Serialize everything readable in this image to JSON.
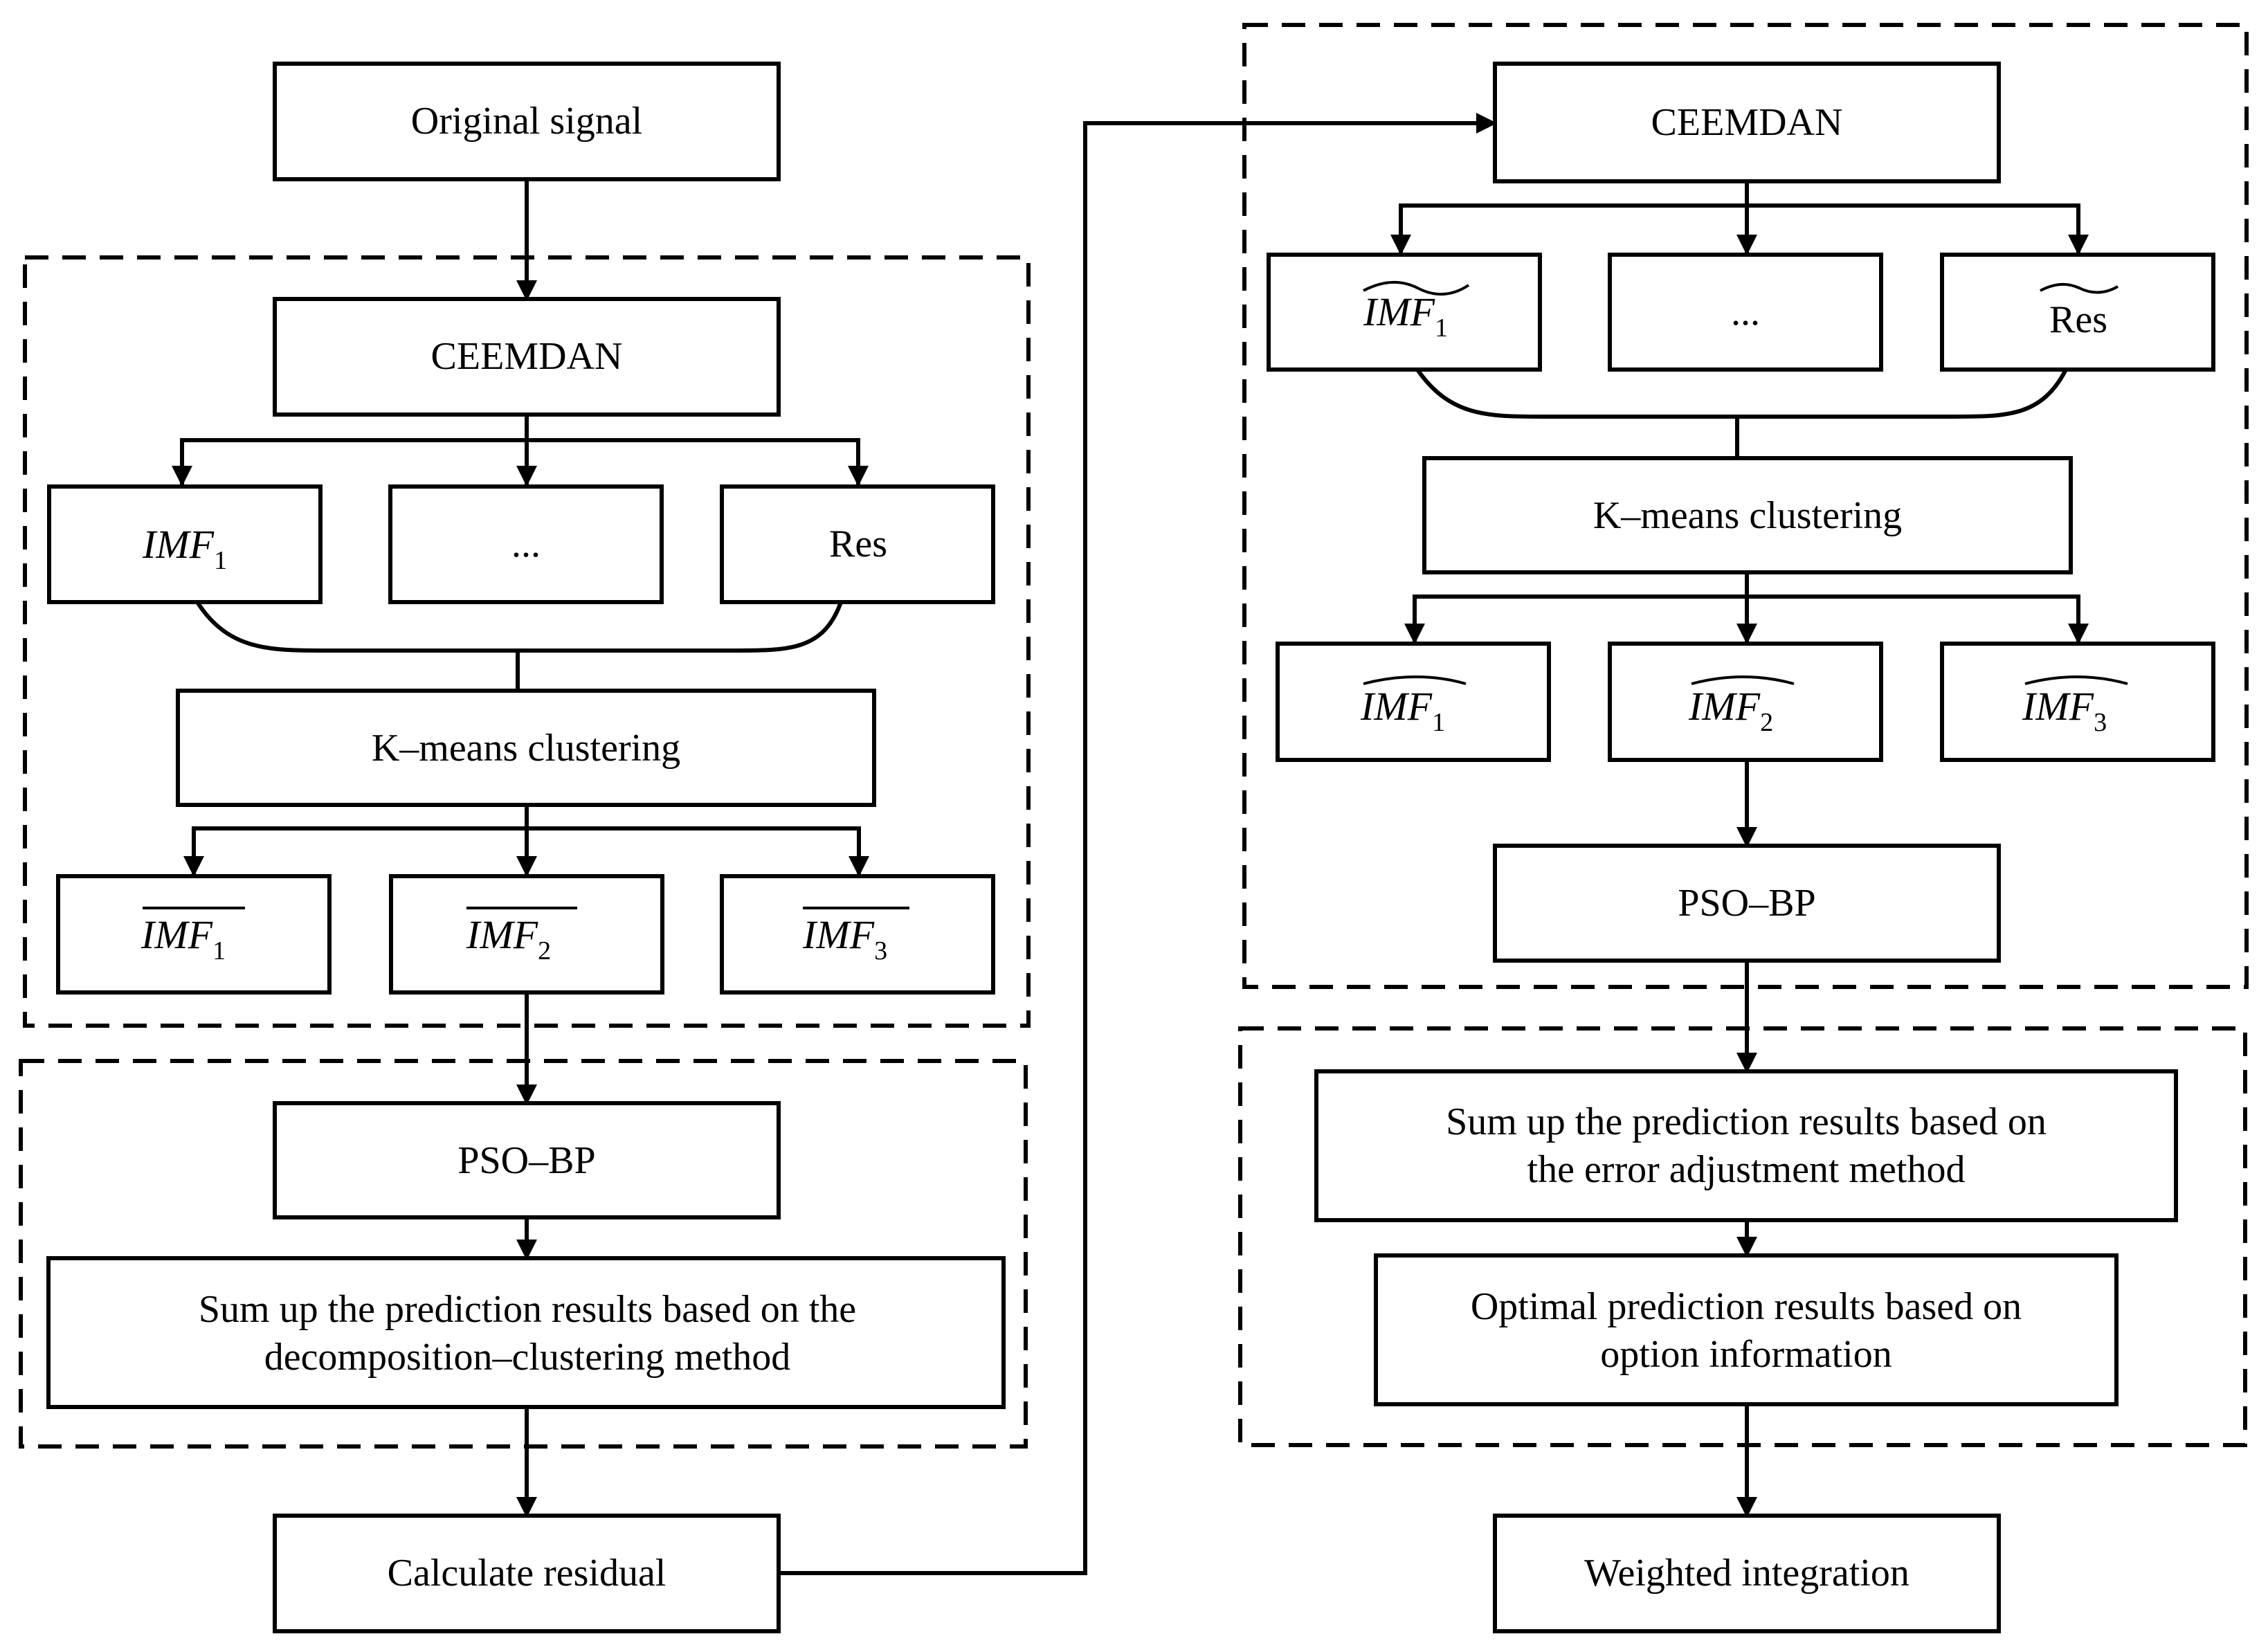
{
  "left": {
    "original_signal": "Original signal",
    "ceemdan": "CEEMDAN",
    "components": {
      "imf1_base": "IMF",
      "imf1_sub": "1",
      "ellipsis": "...",
      "res": "Res"
    },
    "kmeans": "K–means clustering",
    "clusters": [
      {
        "base": "IMF",
        "sub": "1"
      },
      {
        "base": "IMF",
        "sub": "2"
      },
      {
        "base": "IMF",
        "sub": "3"
      }
    ],
    "pso_bp": "PSO–BP",
    "sum_line1": "Sum up the prediction results based on the",
    "sum_line2": "decomposition–clustering method",
    "residual": "Calculate residual"
  },
  "right": {
    "ceemdan": "CEEMDAN",
    "components": {
      "imf1_base": "IMF",
      "imf1_sub": "1",
      "ellipsis": "...",
      "res": "Res"
    },
    "kmeans": "K–means clustering",
    "clusters": [
      {
        "base": "IMF",
        "sub": "1"
      },
      {
        "base": "IMF",
        "sub": "2"
      },
      {
        "base": "IMF",
        "sub": "3"
      }
    ],
    "pso_bp": "PSO–BP",
    "sum_line1": "Sum up the prediction results based on",
    "sum_line2": "the  error adjustment method",
    "optimal_line1": "Optimal prediction results based on",
    "optimal_line2": "option information",
    "weighted": "Weighted integration"
  }
}
